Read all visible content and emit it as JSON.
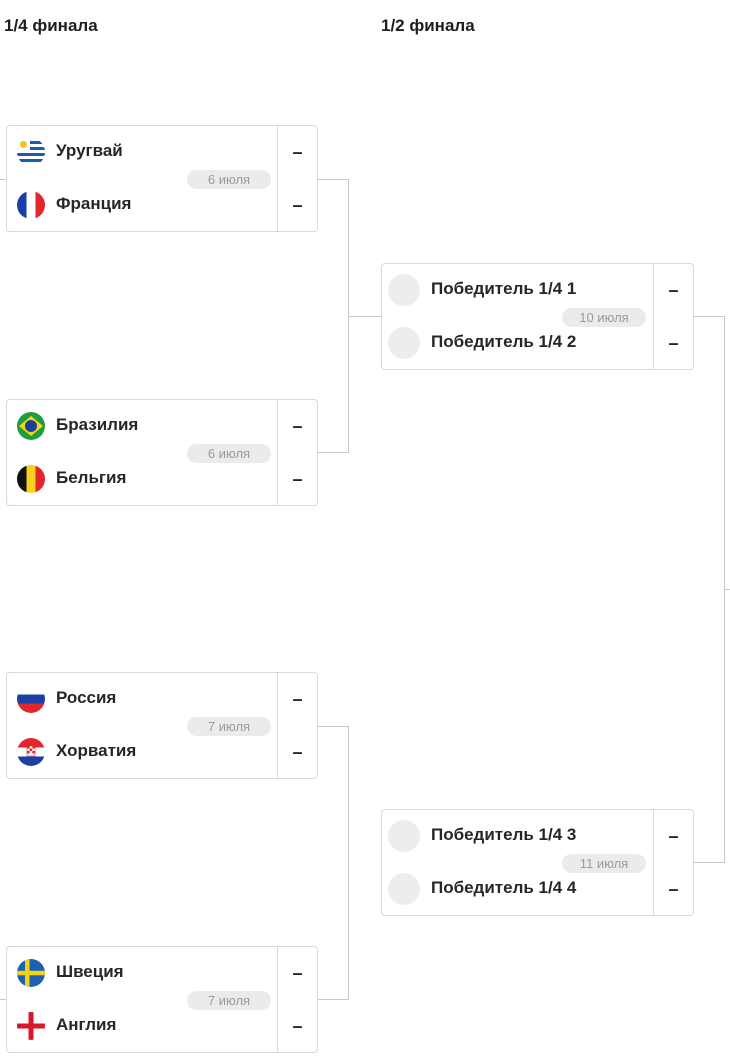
{
  "rounds": {
    "quarter_title": "1/4 финала",
    "semi_title": "1/2 финала"
  },
  "quarterfinals": [
    {
      "date": "6 июля",
      "team1": {
        "name": "Уругвай",
        "flag": "uruguay-flag",
        "score": "–"
      },
      "team2": {
        "name": "Франция",
        "flag": "france-flag",
        "score": "–"
      }
    },
    {
      "date": "6 июля",
      "team1": {
        "name": "Бразилия",
        "flag": "brazil-flag",
        "score": "–"
      },
      "team2": {
        "name": "Бельгия",
        "flag": "belgium-flag",
        "score": "–"
      }
    },
    {
      "date": "7 июля",
      "team1": {
        "name": "Россия",
        "flag": "russia-flag",
        "score": "–"
      },
      "team2": {
        "name": "Хорватия",
        "flag": "croatia-flag",
        "score": "–"
      }
    },
    {
      "date": "7 июля",
      "team1": {
        "name": "Швеция",
        "flag": "sweden-flag",
        "score": "–"
      },
      "team2": {
        "name": "Англия",
        "flag": "england-flag",
        "score": "–"
      }
    }
  ],
  "semifinals": [
    {
      "date": "10 июля",
      "team1": {
        "name": "Победитель 1/4 1",
        "score": "–"
      },
      "team2": {
        "name": "Победитель 1/4 2",
        "score": "–"
      }
    },
    {
      "date": "11 июля",
      "team1": {
        "name": "Победитель 1/4 3",
        "score": "–"
      },
      "team2": {
        "name": "Победитель 1/4 4",
        "score": "–"
      }
    }
  ],
  "colors": {
    "border": "#d9d9d9",
    "connector": "#c8c8c8",
    "date_pill_bg": "#ebebeb",
    "date_text": "#9a9a9a",
    "placeholder": "#ededed"
  }
}
